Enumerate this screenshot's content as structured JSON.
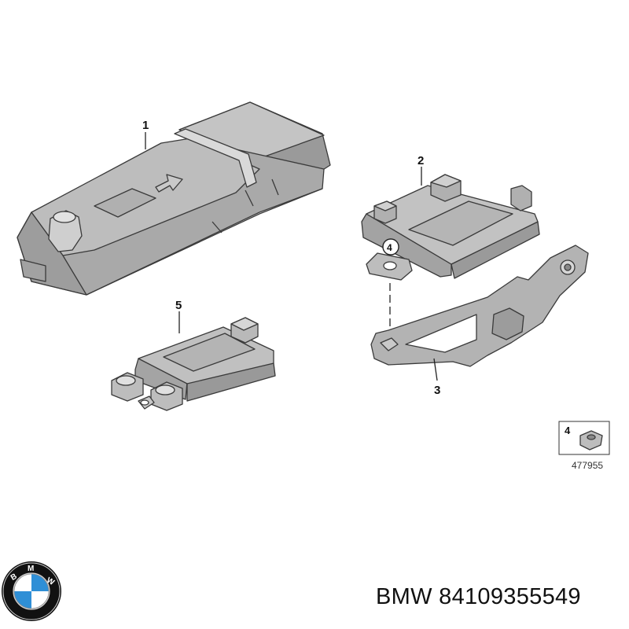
{
  "callouts": {
    "part_1": "1",
    "part_2": "2",
    "part_3": "3",
    "part_4": "4",
    "part_5": "5",
    "inset_part": "4"
  },
  "inset": {
    "code": "477955"
  },
  "footer": {
    "brand": "BMW",
    "part_number": "84109355549",
    "logo_letters": "BMW"
  },
  "colors": {
    "part_fill": "#b9b9b9",
    "part_dark": "#8f8f8f",
    "part_light": "#d4d4d4",
    "logo_blue": "#2f8fd6",
    "logo_ring": "#111111"
  }
}
